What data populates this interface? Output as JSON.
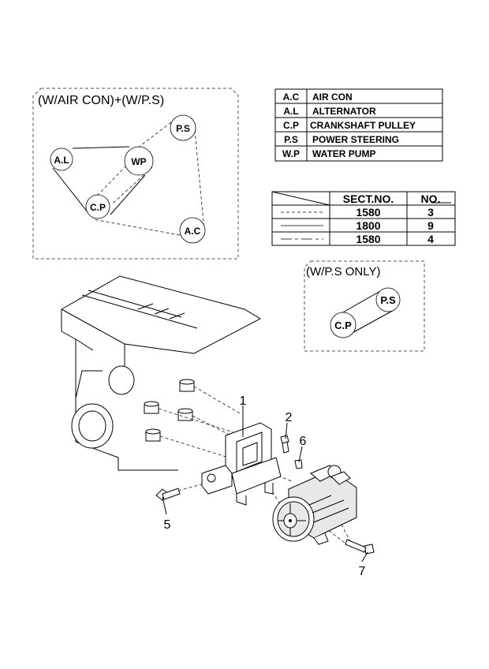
{
  "belt_diagram_full": {
    "title": "(W/AIR CON)+(W/P.S)",
    "pulleys": [
      "P.S",
      "A.L",
      "WP",
      "C.P",
      "A.C"
    ]
  },
  "legend": [
    {
      "abbr": "A.C",
      "name": "AIR CON"
    },
    {
      "abbr": "A.L",
      "name": "ALTERNATOR"
    },
    {
      "abbr": "C.P",
      "name": "CRANKSHAFT PULLEY"
    },
    {
      "abbr": "P.S",
      "name": "POWER STEERING"
    },
    {
      "abbr": "W.P",
      "name": "WATER PUMP"
    }
  ],
  "section_table": {
    "headers": [
      "SECT.NO.",
      "NO."
    ],
    "rows": [
      {
        "line_style": "dashed",
        "sect": "1580",
        "no": "3"
      },
      {
        "line_style": "solid",
        "sect": "1800",
        "no": "9"
      },
      {
        "line_style": "dash-dot",
        "sect": "1580",
        "no": "4"
      }
    ]
  },
  "belt_diagram_ps": {
    "title": "(W/P.S ONLY)",
    "pulleys": [
      "P.S",
      "C.P"
    ]
  },
  "callouts": [
    "1",
    "2",
    "6",
    "5",
    "7"
  ]
}
